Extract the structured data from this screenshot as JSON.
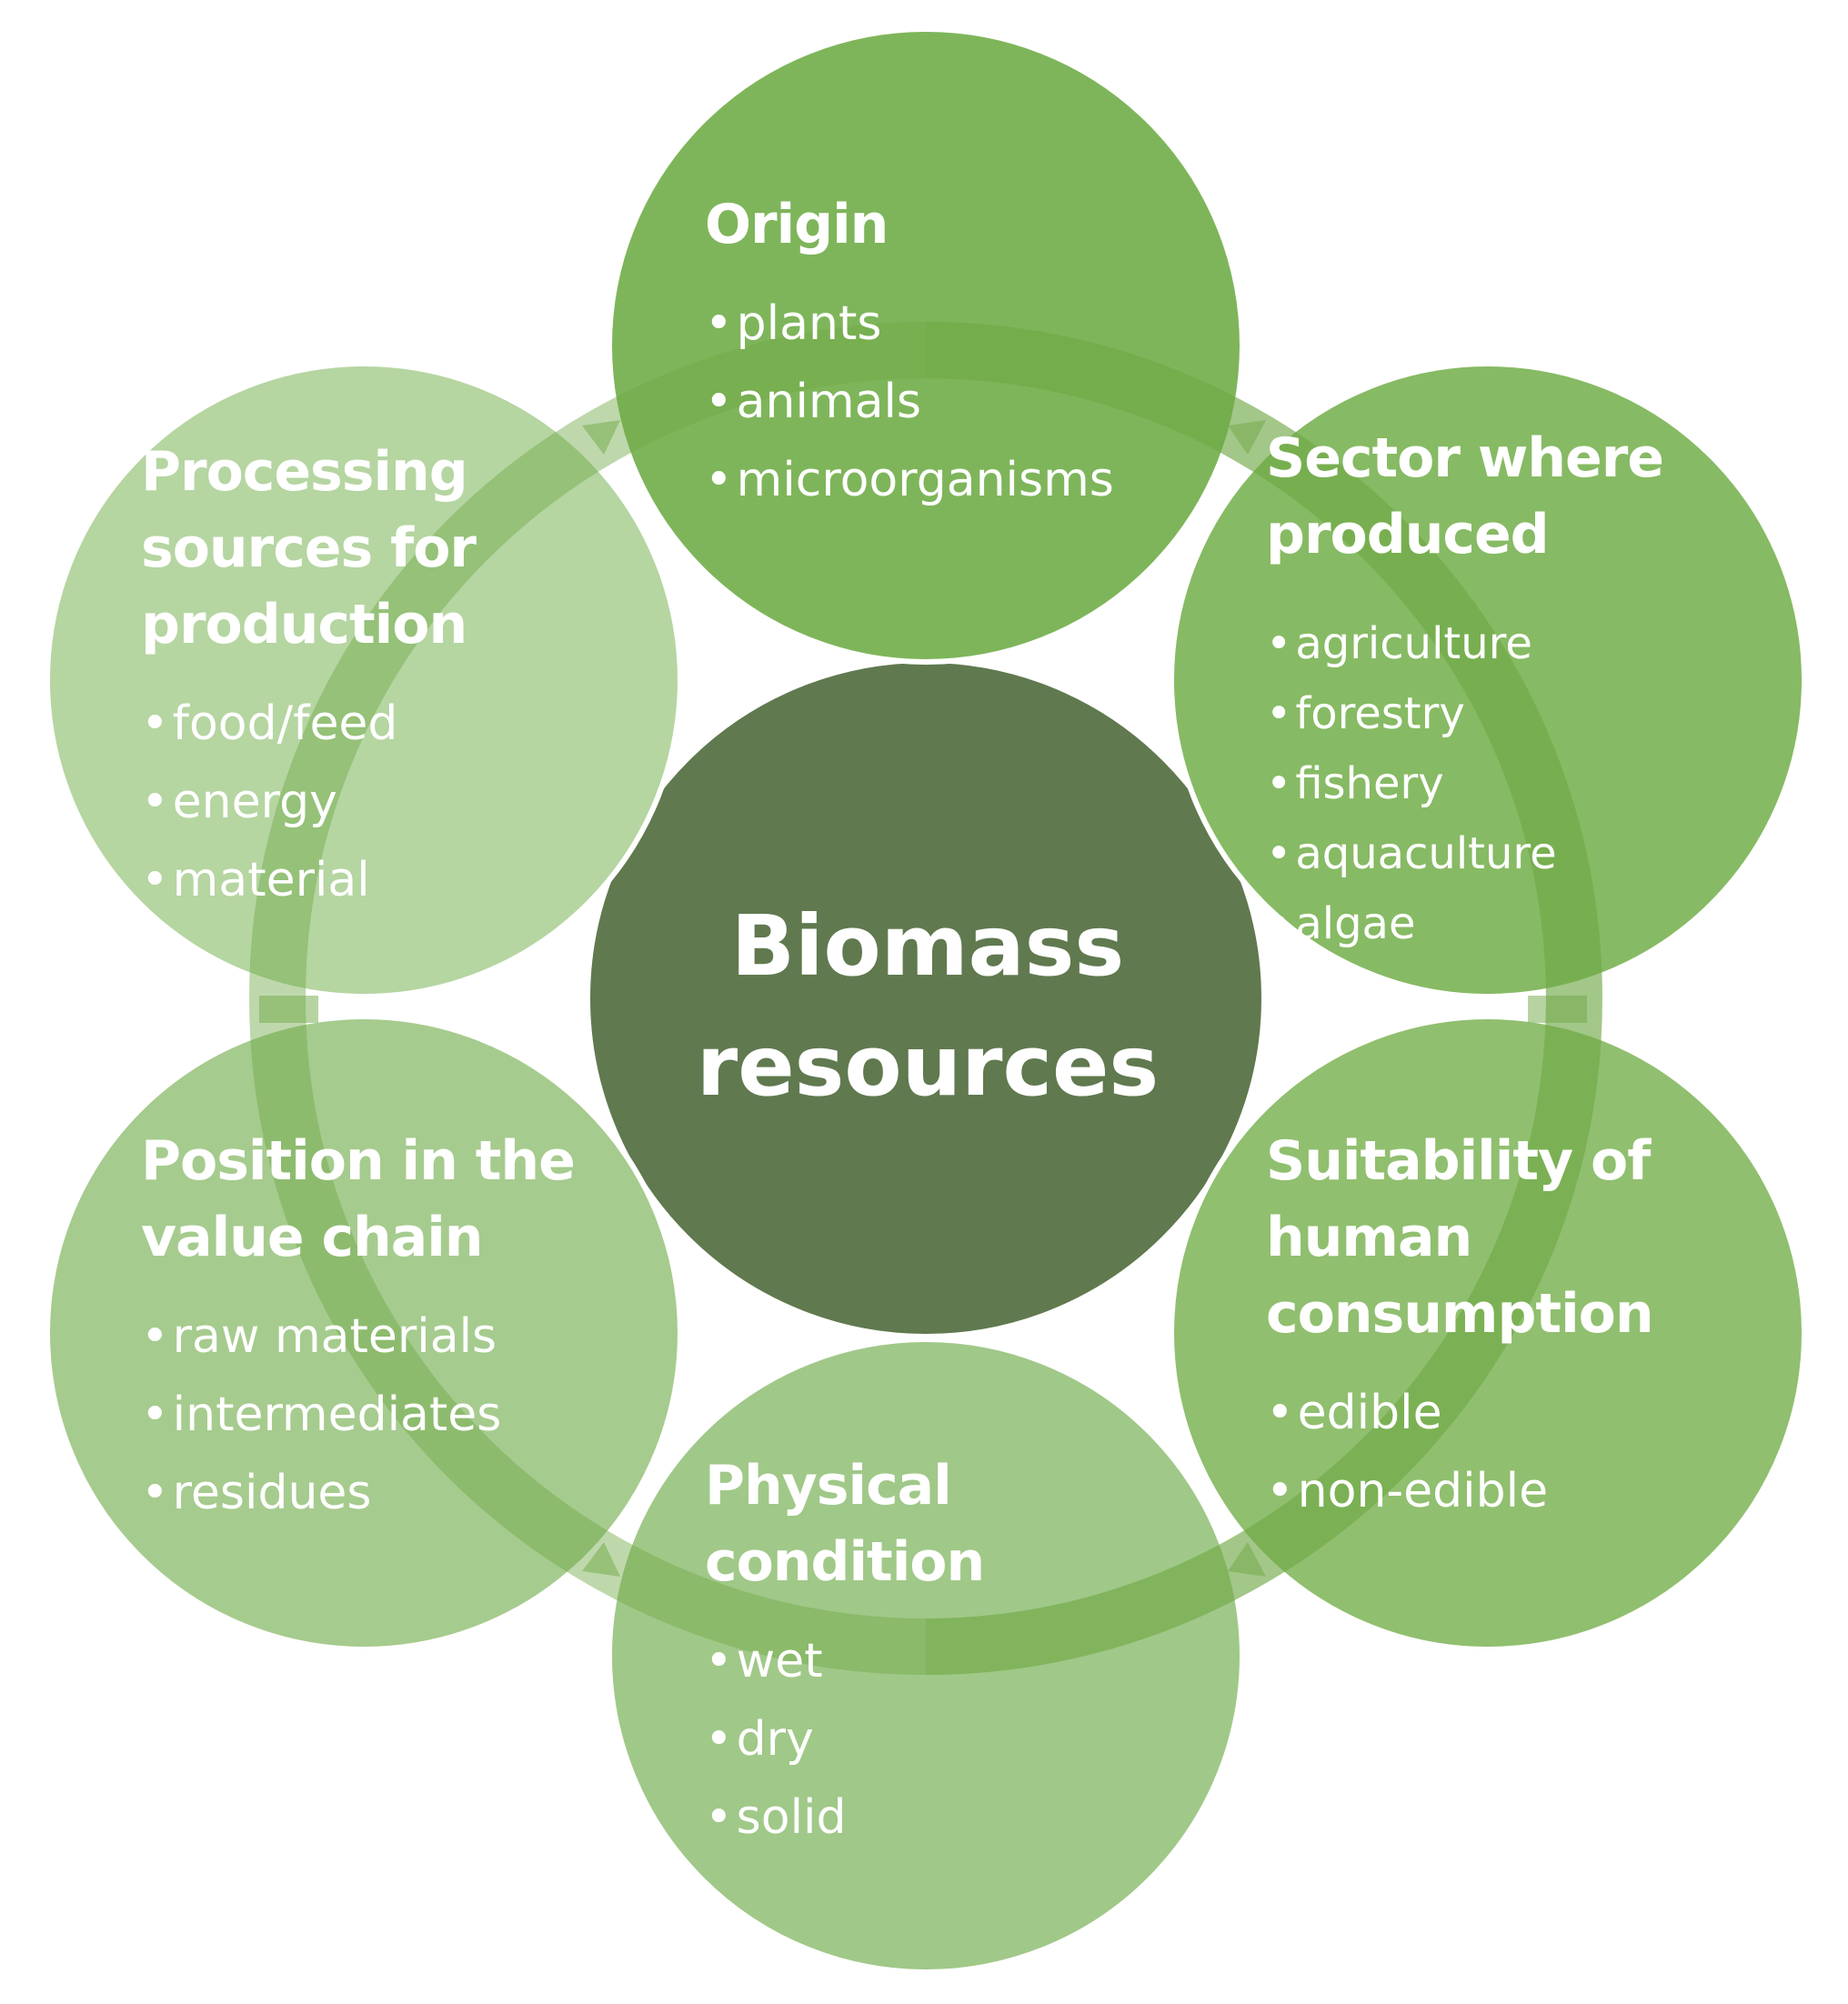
{
  "center": {
    "lines": [
      "Biomass",
      "resources"
    ]
  },
  "nodes": [
    {
      "key": "origin",
      "heading": [
        "Origin"
      ],
      "items": [
        "plants",
        "animals",
        "microorganisms"
      ]
    },
    {
      "key": "sector",
      "heading": [
        "Sector where",
        "produced"
      ],
      "items": [
        "agriculture",
        "forestry",
        "fishery",
        "aquaculture",
        "algae"
      ]
    },
    {
      "key": "suitability",
      "heading": [
        "Suitability of",
        "human",
        "consumption"
      ],
      "items": [
        "edible",
        "non-edible"
      ]
    },
    {
      "key": "physical",
      "heading": [
        "Physical",
        "condition"
      ],
      "items": [
        "wet",
        "dry",
        "solid"
      ]
    },
    {
      "key": "position",
      "heading": [
        "Position in the",
        "value chain"
      ],
      "items": [
        "raw materials",
        "intermediates",
        "residues"
      ]
    },
    {
      "key": "processing",
      "heading": [
        "Processing",
        "sources for",
        "production"
      ],
      "items": [
        "food/feed",
        "energy",
        "material"
      ]
    }
  ],
  "colors": {
    "center": "#60794F",
    "origin": "#7EB55A",
    "sector": "#87BA64",
    "suitability": "#90BF6F",
    "physical": "#A0C888",
    "position": "#A6CB8E",
    "processing": "#B5D5A1",
    "ring": "#6FA846",
    "text": "#FFFFFF",
    "background": "#FFFFFF"
  }
}
